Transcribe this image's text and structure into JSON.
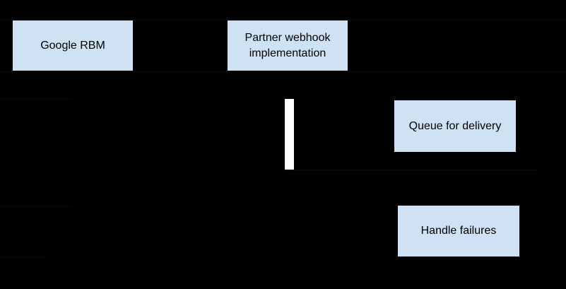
{
  "diagram": {
    "colors": {
      "background": "#000000",
      "node_fill": "#cfe2f3",
      "node_text": "#000000",
      "activation_fill": "#ffffff"
    },
    "nodes": [
      {
        "label": "Google RBM"
      },
      {
        "label": "Partner webhook\nimplementation"
      },
      {
        "label": "Queue for delivery"
      },
      {
        "label": "Handle failures"
      }
    ]
  }
}
